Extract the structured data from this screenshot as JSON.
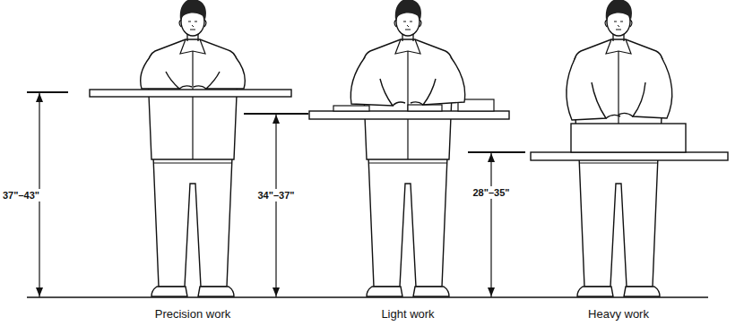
{
  "diagram": {
    "labels": [
      "37\"–43\"",
      "34\"–37\"",
      "28\"–35\"",
      "Precision work",
      "Light work",
      "Heavy work"
    ]
  }
}
